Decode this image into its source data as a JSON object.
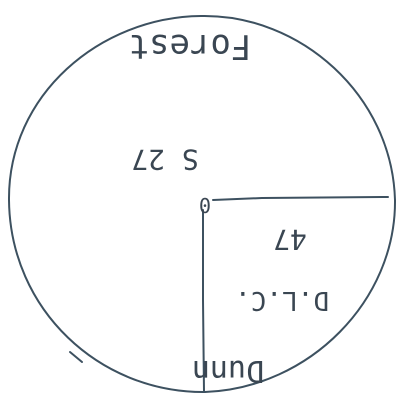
{
  "sketch": {
    "top_label": "Forest",
    "upper_label": "S 27",
    "center_mark": "0",
    "right_value": "47",
    "right_lower_label": "D.L.C.",
    "bottom_label": "Dunn"
  }
}
